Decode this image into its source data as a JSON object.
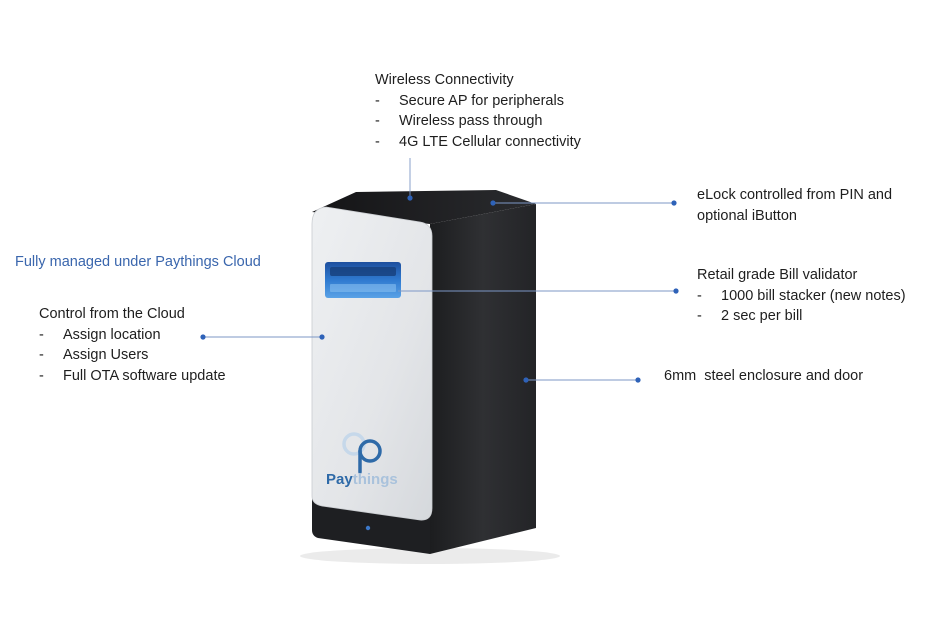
{
  "colors": {
    "accent": "#3a66ad",
    "leader": "#6f8fc4",
    "dot": "#2e62b8",
    "brand_dark": "#2e6aa8",
    "brand_light": "#8fb3d6"
  },
  "cloud_note": "Fully managed under Paythings Cloud",
  "callouts": {
    "wireless": {
      "title": "Wireless Connectivity",
      "items": [
        "Secure AP for peripherals",
        "Wireless pass through",
        "4G LTE Cellular connectivity"
      ]
    },
    "elock": {
      "line1": "eLock controlled from PIN and",
      "line2": "optional iButton"
    },
    "validator": {
      "title": "Retail grade Bill validator",
      "items": [
        "1000 bill stacker (new notes)",
        "2 sec per bill"
      ]
    },
    "enclosure": {
      "title": "6mm  steel enclosure and door"
    },
    "cloud_control": {
      "title": "Control from the Cloud",
      "items": [
        "Assign location",
        "Assign Users",
        "Full OTA software update"
      ]
    }
  },
  "device": {
    "logo_part1": "Pay",
    "logo_part2": "things",
    "logo_icon": "paythings-p-logo-icon"
  },
  "dash": "-"
}
